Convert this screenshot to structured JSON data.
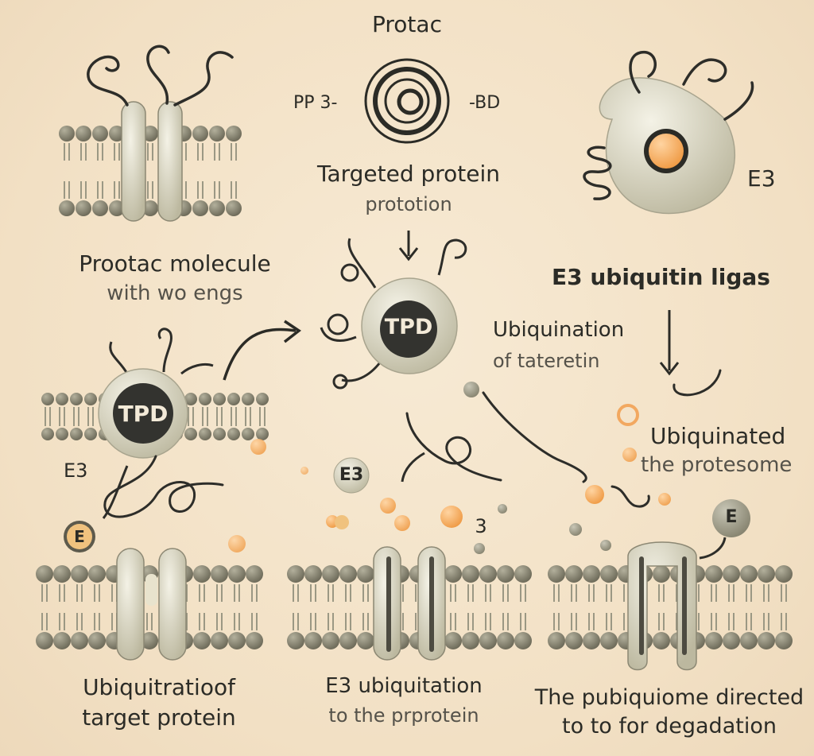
{
  "labels": {
    "protac_title": "Protac",
    "pp3": "PP 3-",
    "bd": "-BD",
    "targeted_line1": "Targeted protein",
    "targeted_line2": "prototion",
    "protac_molecule_line1": "Prootac molecule",
    "protac_molecule_line2": "with wo engs",
    "e3_right": "E3",
    "e3_ligase": "E3 ubiquitin ligas",
    "ubiquination_line1": "Ubiquination",
    "ubiquination_line2": "of tateretin",
    "ubiquinated_line1": "Ubiquinated",
    "ubiquinated_line2": "the protesome",
    "e3_left": "E3",
    "bottom_left_line1": "Ubiquitratioof",
    "bottom_left_line2": "target protein",
    "bottom_mid_line1": "E3 ubiquitation",
    "bottom_mid_line2": "to the prprotein",
    "bottom_right_line1": "The pubiquiome directed",
    "bottom_right_line2": "to to for degadation"
  },
  "badges": {
    "tpd_center": "TPD",
    "tpd_left": "TPD",
    "e_small_left": "E",
    "e3_small_mid": "E3",
    "e_small_right": "E",
    "three_small": "3"
  },
  "colors": {
    "background": "#f4e4cb",
    "lipid_head": "#8d8a76",
    "protein_body": "#dcd9c4",
    "dark_badge": "#33332f",
    "orange": "#f2a860",
    "ink": "#2b2b26"
  }
}
